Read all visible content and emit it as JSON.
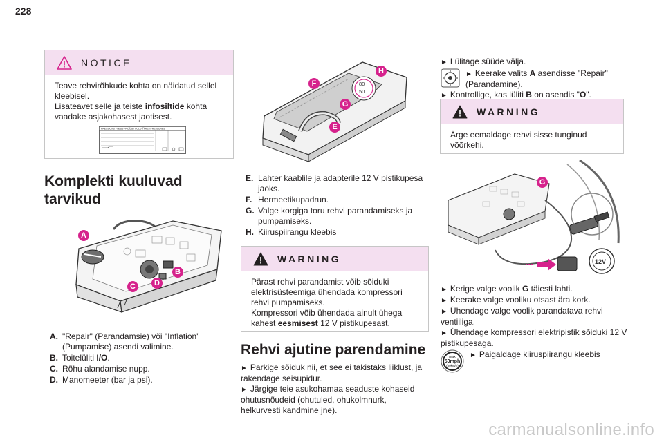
{
  "page": {
    "number": "228",
    "watermark": "carmanualsonline.info"
  },
  "notice": {
    "title": "NOTICE",
    "line1": "Teave rehvirõhkude kohta on näidatud sellel kleebisel.",
    "line2_pre": "Lisateavet selle ja teiste ",
    "line2_bold": "infosiltide",
    "line2_post": " kohta vaadake asjakohasest jaotisest.",
    "label_header": "PRESSIONS PNEUS FROIDS / COLD TYRES PRESSURES"
  },
  "kit": {
    "heading_line1": "Komplekti kuuluvad",
    "heading_line2": "tarvikud",
    "callouts": [
      "A",
      "B",
      "C",
      "D"
    ],
    "items": [
      {
        "key": "A.",
        "text": "\"Repair\" (Parandamsie) või \"Inflation\" (Pumpamise) asendi valimine."
      },
      {
        "key": "B.",
        "text_pre": "Toitelüliti ",
        "text_bold": "I/O",
        "text_post": "."
      },
      {
        "key": "C.",
        "text": "Rõhu alandamise nupp."
      },
      {
        "key": "D.",
        "text": "Manomeeter (bar ja psi)."
      }
    ]
  },
  "case": {
    "callouts": [
      "F",
      "H",
      "G",
      "E"
    ],
    "gauge_80": "80",
    "gauge_50": "50",
    "items": [
      {
        "key": "E.",
        "text": "Lahter kaablile ja adapterile 12 V pistikupesa jaoks."
      },
      {
        "key": "F.",
        "text": "Hermeetikupadrun."
      },
      {
        "key": "G.",
        "text": "Valge korgiga toru rehvi parandamiseks ja pumpamiseks."
      },
      {
        "key": "H.",
        "text": "Kiiruspiirangu kleebis"
      }
    ]
  },
  "warning1": {
    "title": "WARNING",
    "line1": "Pärast rehvi parandamist võib sõiduki elektrisüsteemiga ühendada kompressori rehvi pumpamiseks.",
    "line2_pre": "Kompressori võib ühendada ainult ühega kahest ",
    "line2_bold": "eesmisest",
    "line2_post": " 12 V pistikupesast."
  },
  "repair": {
    "heading": "Rehvi ajutine parendamine",
    "step1": "Parkige sõiduk nii, et see ei takistaks liiklust, ja rakendage seisupidur.",
    "step2": "Järgige teie asukohamaa seaduste kohaseid ohutusnõudeid (ohutuled, ohukolmnurk, helkurvesti kandmine jne)."
  },
  "right": {
    "step_ignition": "Lülitage süüde välja.",
    "step_select_pre": "Keerake valits ",
    "step_select_bold": "A",
    "step_select_post": " asendisse \"Repair\" (Parandamine).",
    "step_check_pre": "Kontrollige, kas lüliti ",
    "step_check_bold1": "B",
    "step_check_mid": " on asendis \"",
    "step_check_bold2": "O",
    "step_check_post": "\".",
    "warning_title": "WARNING",
    "warning_text": "Ärge eemaldage rehvi sisse tunginud võõrkehi.",
    "illus_callout": "G",
    "socket_label": "12V",
    "steps": [
      {
        "pre": "Kerige valge voolik ",
        "bold": "G",
        "post": " täiesti lahti."
      },
      {
        "pre": "Keerake valge vooliku otsast ära kork.",
        "bold": "",
        "post": ""
      },
      {
        "pre": "Ühendage valge voolik parandatava rehvi ventiiliga.",
        "bold": "",
        "post": ""
      },
      {
        "pre": "Ühendage kompressori elektripistik sõiduki 12 V pistikupesaga.",
        "bold": "",
        "post": ""
      }
    ],
    "sticker_step": "Paigaldage kiiruspiirangu kleebis",
    "speed_max": "max",
    "speed_value": "50mph",
    "speed_kmh": "(80km/h)"
  },
  "colors": {
    "callout": "#d6228c",
    "box_header": "#f4dff0"
  }
}
